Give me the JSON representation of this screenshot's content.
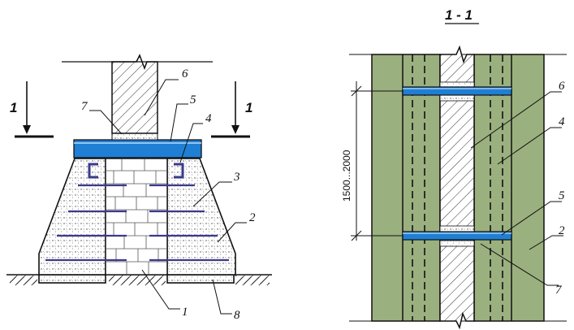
{
  "figure": {
    "section_title": "1 - 1",
    "section_mark": "1",
    "dimension": "1500...2000",
    "callouts_left": [
      "6",
      "5",
      "7",
      "4",
      "3",
      "2",
      "1",
      "8"
    ],
    "callouts_right": [
      "6",
      "4",
      "5",
      "2",
      "7"
    ]
  },
  "colors": {
    "concrete_green": "#9bb07f",
    "beam_blue": "#1f7fd4",
    "anchor_purple": "#3a3a8c",
    "line": "#111111"
  }
}
